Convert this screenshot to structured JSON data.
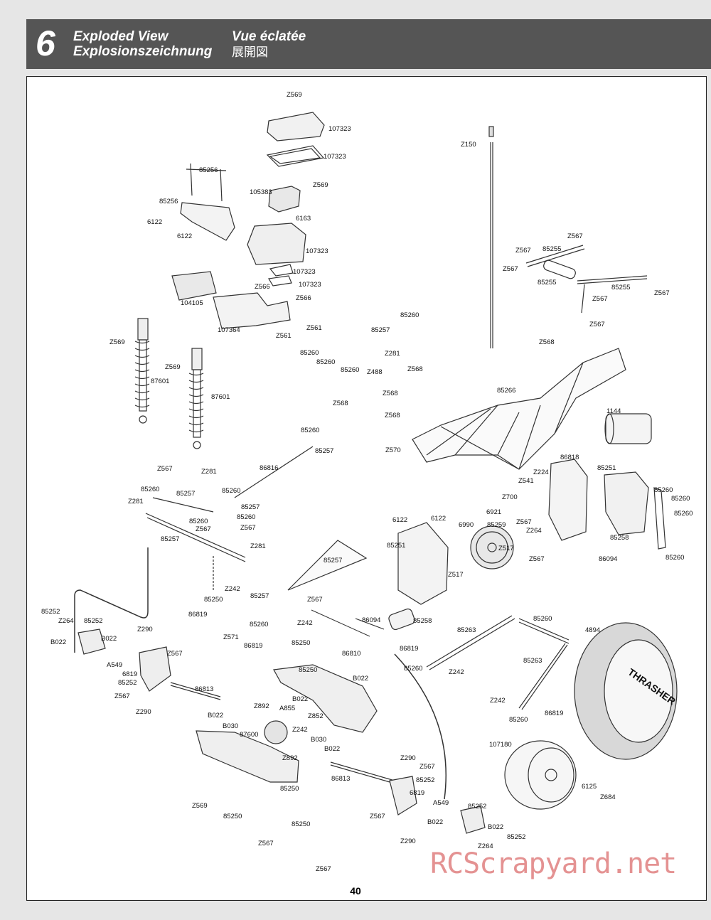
{
  "header": {
    "chapter": "6",
    "title_en": "Exploded View",
    "title_fr": "Vue éclatée",
    "title_de": "Explosionszeichnung",
    "title_jp": "展開図"
  },
  "page_number": "40",
  "watermark": "RCScrapyard.net",
  "tire_text": "THRASHER",
  "colors": {
    "header_bg": "#555555",
    "watermark": "#e08080"
  },
  "parts": [
    {
      "id": "z569_top",
      "text": "Z569"
    },
    {
      "id": "p107323_a",
      "text": "107323"
    },
    {
      "id": "p107323_b",
      "text": "107323"
    },
    {
      "id": "z569_b",
      "text": "Z569"
    },
    {
      "id": "p105383",
      "text": "105383"
    },
    {
      "id": "p85256_a",
      "text": "85256"
    },
    {
      "id": "p85256_b",
      "text": "85256"
    },
    {
      "id": "p6163",
      "text": "6163"
    },
    {
      "id": "p6122_a",
      "text": "6122"
    },
    {
      "id": "p6122_b",
      "text": "6122"
    },
    {
      "id": "p107323_c",
      "text": "107323"
    },
    {
      "id": "p107323_d",
      "text": "107323"
    },
    {
      "id": "p107323_e",
      "text": "107323"
    },
    {
      "id": "z566_a",
      "text": "Z566"
    },
    {
      "id": "z566_b",
      "text": "Z566"
    },
    {
      "id": "p104105",
      "text": "104105"
    },
    {
      "id": "p107364",
      "text": "107364"
    },
    {
      "id": "z561_a",
      "text": "Z561"
    },
    {
      "id": "z561_b",
      "text": "Z561"
    },
    {
      "id": "p85260_a",
      "text": "85260"
    },
    {
      "id": "p85260_b",
      "text": "85260"
    },
    {
      "id": "p85260_c",
      "text": "85260"
    },
    {
      "id": "p85260_d",
      "text": "85260"
    },
    {
      "id": "p85257_a",
      "text": "85257"
    },
    {
      "id": "z281_a",
      "text": "Z281"
    },
    {
      "id": "z488",
      "text": "Z488"
    },
    {
      "id": "z150",
      "text": "Z150"
    },
    {
      "id": "z567_a",
      "text": "Z567"
    },
    {
      "id": "z567_b",
      "text": "Z567"
    },
    {
      "id": "p85255_a",
      "text": "85255"
    },
    {
      "id": "z567_c",
      "text": "Z567"
    },
    {
      "id": "p85255_b",
      "text": "85255"
    },
    {
      "id": "p85255_c",
      "text": "85255"
    },
    {
      "id": "z567_d",
      "text": "Z567"
    },
    {
      "id": "z567_e",
      "text": "Z567"
    },
    {
      "id": "z567_f",
      "text": "Z567"
    },
    {
      "id": "z568_a",
      "text": "Z568"
    },
    {
      "id": "z569_c",
      "text": "Z569"
    },
    {
      "id": "z569_d",
      "text": "Z569"
    },
    {
      "id": "p87601_a",
      "text": "87601"
    },
    {
      "id": "p87601_b",
      "text": "87601"
    },
    {
      "id": "z568_b",
      "text": "Z568"
    },
    {
      "id": "z568_c",
      "text": "Z568"
    },
    {
      "id": "z568_d",
      "text": "Z568"
    },
    {
      "id": "z568_e",
      "text": "Z568"
    },
    {
      "id": "z570",
      "text": "Z570"
    },
    {
      "id": "p85266",
      "text": "85266"
    },
    {
      "id": "p1144",
      "text": "1144"
    },
    {
      "id": "p85260_e",
      "text": "85260"
    },
    {
      "id": "p85257_b",
      "text": "85257"
    },
    {
      "id": "p86816",
      "text": "86816"
    },
    {
      "id": "z567_g",
      "text": "Z567"
    },
    {
      "id": "z281_b",
      "text": "Z281"
    },
    {
      "id": "p85260_f",
      "text": "85260"
    },
    {
      "id": "p85257_c",
      "text": "85257"
    },
    {
      "id": "p85260_g",
      "text": "85260"
    },
    {
      "id": "z281_c",
      "text": "Z281"
    },
    {
      "id": "p85257_d",
      "text": "85257"
    },
    {
      "id": "p85260_h",
      "text": "85260"
    },
    {
      "id": "p85260_i",
      "text": "85260"
    },
    {
      "id": "z567_h",
      "text": "Z567"
    },
    {
      "id": "z567_i",
      "text": "Z567"
    },
    {
      "id": "p85257_e",
      "text": "85257"
    },
    {
      "id": "z281_d",
      "text": "Z281"
    },
    {
      "id": "p86818",
      "text": "86818"
    },
    {
      "id": "z224",
      "text": "Z224"
    },
    {
      "id": "z541",
      "text": "Z541"
    },
    {
      "id": "p85251_a",
      "text": "85251"
    },
    {
      "id": "p85260_j",
      "text": "85260"
    },
    {
      "id": "p85260_k",
      "text": "85260"
    },
    {
      "id": "p85260_l",
      "text": "85260"
    },
    {
      "id": "z700",
      "text": "Z700"
    },
    {
      "id": "p6921",
      "text": "6921"
    },
    {
      "id": "p6122_c",
      "text": "6122"
    },
    {
      "id": "p6122_d",
      "text": "6122"
    },
    {
      "id": "p6990",
      "text": "6990"
    },
    {
      "id": "p85259",
      "text": "85259"
    },
    {
      "id": "z567_j",
      "text": "Z567"
    },
    {
      "id": "z264_a",
      "text": "Z264"
    },
    {
      "id": "p85258_a",
      "text": "85258"
    },
    {
      "id": "p85251_b",
      "text": "85251"
    },
    {
      "id": "z517_a",
      "text": "Z517"
    },
    {
      "id": "z517_b",
      "text": "Z517"
    },
    {
      "id": "z567_k",
      "text": "Z567"
    },
    {
      "id": "p86094_a",
      "text": "86094"
    },
    {
      "id": "p85260_m",
      "text": "85260"
    },
    {
      "id": "p85257_f",
      "text": "85257"
    },
    {
      "id": "z242_a",
      "text": "Z242"
    },
    {
      "id": "p85250_a",
      "text": "85250"
    },
    {
      "id": "p85257_g",
      "text": "85257"
    },
    {
      "id": "z567_l",
      "text": "Z567"
    },
    {
      "id": "p86819_a",
      "text": "86819"
    },
    {
      "id": "p85260_n",
      "text": "85260"
    },
    {
      "id": "z242_b",
      "text": "Z242"
    },
    {
      "id": "z571",
      "text": "Z571"
    },
    {
      "id": "p86819_b",
      "text": "86819"
    },
    {
      "id": "p85250_b",
      "text": "85250"
    },
    {
      "id": "p85252_a",
      "text": "85252"
    },
    {
      "id": "z264_b",
      "text": "Z264"
    },
    {
      "id": "p85252_b",
      "text": "85252"
    },
    {
      "id": "b022_a",
      "text": "B022"
    },
    {
      "id": "b022_b",
      "text": "B022"
    },
    {
      "id": "z290_a",
      "text": "Z290"
    },
    {
      "id": "z567_m",
      "text": "Z567"
    },
    {
      "id": "a549_a",
      "text": "A549"
    },
    {
      "id": "p6819_a",
      "text": "6819"
    },
    {
      "id": "p85252_c",
      "text": "85252"
    },
    {
      "id": "z567_n",
      "text": "Z567"
    },
    {
      "id": "z290_b",
      "text": "Z290"
    },
    {
      "id": "p86094_b",
      "text": "86094"
    },
    {
      "id": "p85258_b",
      "text": "85258"
    },
    {
      "id": "p86810",
      "text": "86810"
    },
    {
      "id": "p86819_c",
      "text": "86819"
    },
    {
      "id": "p85260_o",
      "text": "85260"
    },
    {
      "id": "b022_c",
      "text": "B022"
    },
    {
      "id": "p85250_c",
      "text": "85250"
    },
    {
      "id": "p85263_a",
      "text": "85263"
    },
    {
      "id": "p85260_p",
      "text": "85260"
    },
    {
      "id": "z242_c",
      "text": "Z242"
    },
    {
      "id": "p4894",
      "text": "4894"
    },
    {
      "id": "p85263_b",
      "text": "85263"
    },
    {
      "id": "p86813_a",
      "text": "86813"
    },
    {
      "id": "b022_d",
      "text": "B022"
    },
    {
      "id": "b030_a",
      "text": "B030"
    },
    {
      "id": "z892_a",
      "text": "Z892"
    },
    {
      "id": "a855",
      "text": "A855"
    },
    {
      "id": "b022_e",
      "text": "B022"
    },
    {
      "id": "z852",
      "text": "Z852"
    },
    {
      "id": "p87600",
      "text": "87600"
    },
    {
      "id": "z242_d",
      "text": "Z242"
    },
    {
      "id": "b030_b",
      "text": "B030"
    },
    {
      "id": "b022_f",
      "text": "B022"
    },
    {
      "id": "z892_b",
      "text": "Z892"
    },
    {
      "id": "z242_e",
      "text": "Z242"
    },
    {
      "id": "p85260_q",
      "text": "85260"
    },
    {
      "id": "p86819_d",
      "text": "86819"
    },
    {
      "id": "p107180",
      "text": "107180"
    },
    {
      "id": "p85250_d",
      "text": "85250"
    },
    {
      "id": "z569_e",
      "text": "Z569"
    },
    {
      "id": "p86813_b",
      "text": "86813"
    },
    {
      "id": "z290_c",
      "text": "Z290"
    },
    {
      "id": "z567_o",
      "text": "Z567"
    },
    {
      "id": "p85252_d",
      "text": "85252"
    },
    {
      "id": "p6819_b",
      "text": "6819"
    },
    {
      "id": "a549_b",
      "text": "A549"
    },
    {
      "id": "z567_p",
      "text": "Z567"
    },
    {
      "id": "p85252_e",
      "text": "85252"
    },
    {
      "id": "b022_g",
      "text": "B022"
    },
    {
      "id": "p6125",
      "text": "6125"
    },
    {
      "id": "z684",
      "text": "Z684"
    },
    {
      "id": "p85250_e",
      "text": "85250"
    },
    {
      "id": "p85250_f",
      "text": "85250"
    },
    {
      "id": "z567_q",
      "text": "Z567"
    },
    {
      "id": "z290_d",
      "text": "Z290"
    },
    {
      "id": "b022_h",
      "text": "B022"
    },
    {
      "id": "z264_c",
      "text": "Z264"
    },
    {
      "id": "p85252_f",
      "text": "85252"
    },
    {
      "id": "z567_r",
      "text": "Z567"
    }
  ]
}
